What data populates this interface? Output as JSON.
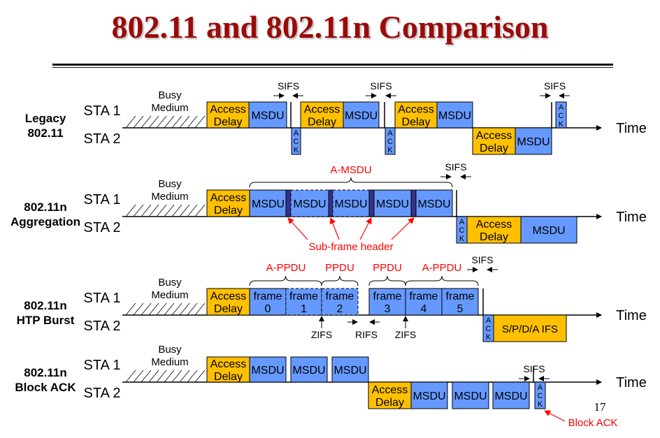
{
  "title": "802.11 and 802.11n Comparison",
  "labels": {
    "time": "Time",
    "sta1": "STA 1",
    "sta2": "STA 2",
    "busy": [
      "Busy",
      "Medium"
    ]
  },
  "rows": [
    {
      "name": [
        "Legacy",
        "802.11"
      ]
    },
    {
      "name": [
        "802.11n",
        "Aggregation"
      ]
    },
    {
      "name": [
        "802.11n",
        "HTP Burst"
      ]
    },
    {
      "name": [
        "802.11n",
        "Block ACK"
      ]
    }
  ],
  "blocks": {
    "access": [
      "Access",
      "Delay"
    ],
    "msdu": "MSDU",
    "ack": [
      "A",
      "C",
      "K"
    ],
    "frame": "frame",
    "frame_numbers": [
      "0",
      "1",
      "2",
      "3",
      "4",
      "5"
    ],
    "spda": "S/P/D/A IFS"
  },
  "annotations": {
    "sifs": "SIFS",
    "zifs": "ZIFS",
    "rifs": "RIFS",
    "amsdu": "A-MSDU",
    "subframe_header": "Sub-frame header",
    "appdu": "A-PPDU",
    "ppdu": "PPDU",
    "block_ack": "Block ACK"
  },
  "page_number": "17",
  "colors": {
    "access": "#ffc000",
    "msdu": "#6699ff",
    "header": "#33338a",
    "red": "#ff0000",
    "title": "#9b0a0a"
  }
}
